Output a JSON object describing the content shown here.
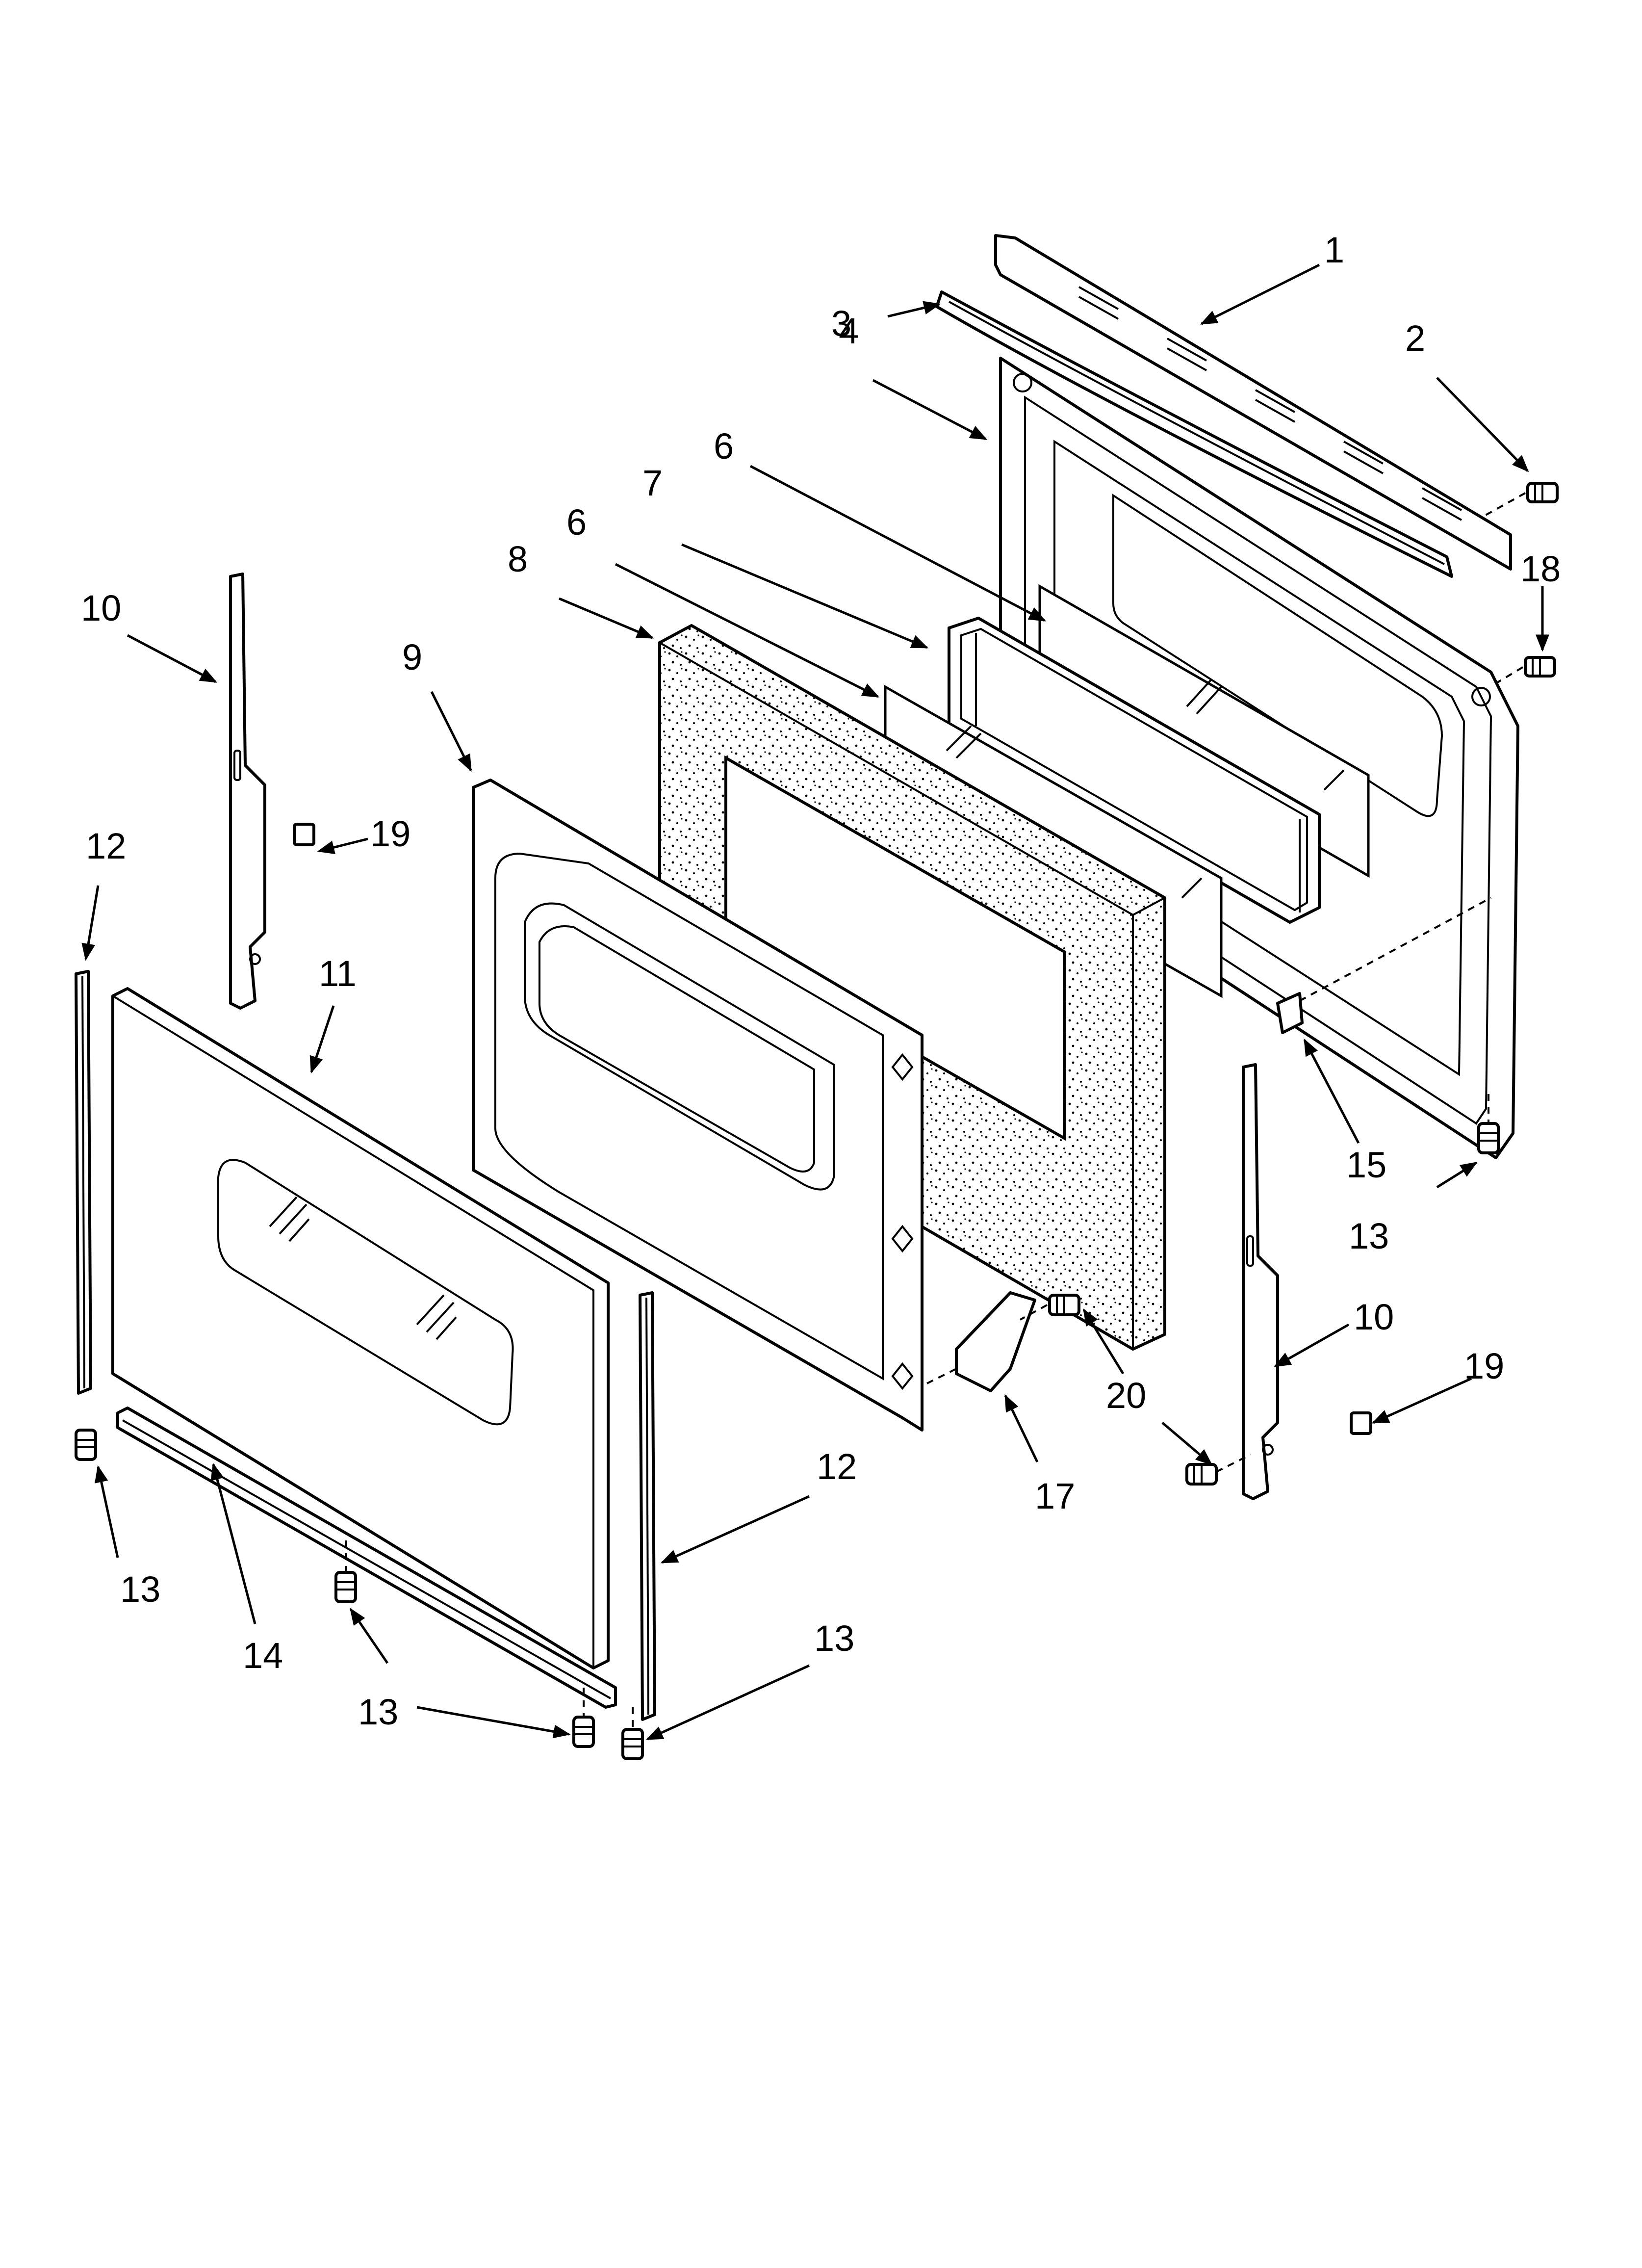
{
  "callouts": {
    "c1": "1",
    "c2": "2",
    "c3": "3",
    "c4": "4",
    "c6a": "6",
    "c6b": "6",
    "c7": "7",
    "c8": "8",
    "c9": "9",
    "c10a": "10",
    "c10b": "10",
    "c11": "11",
    "c12a": "12",
    "c12b": "12",
    "c13a": "13",
    "c13b": "13",
    "c13c": "13",
    "c13d": "13",
    "c14": "14",
    "c15": "15",
    "c17": "17",
    "c18": "18",
    "c19a": "19",
    "c19b": "19",
    "c20": "20"
  }
}
